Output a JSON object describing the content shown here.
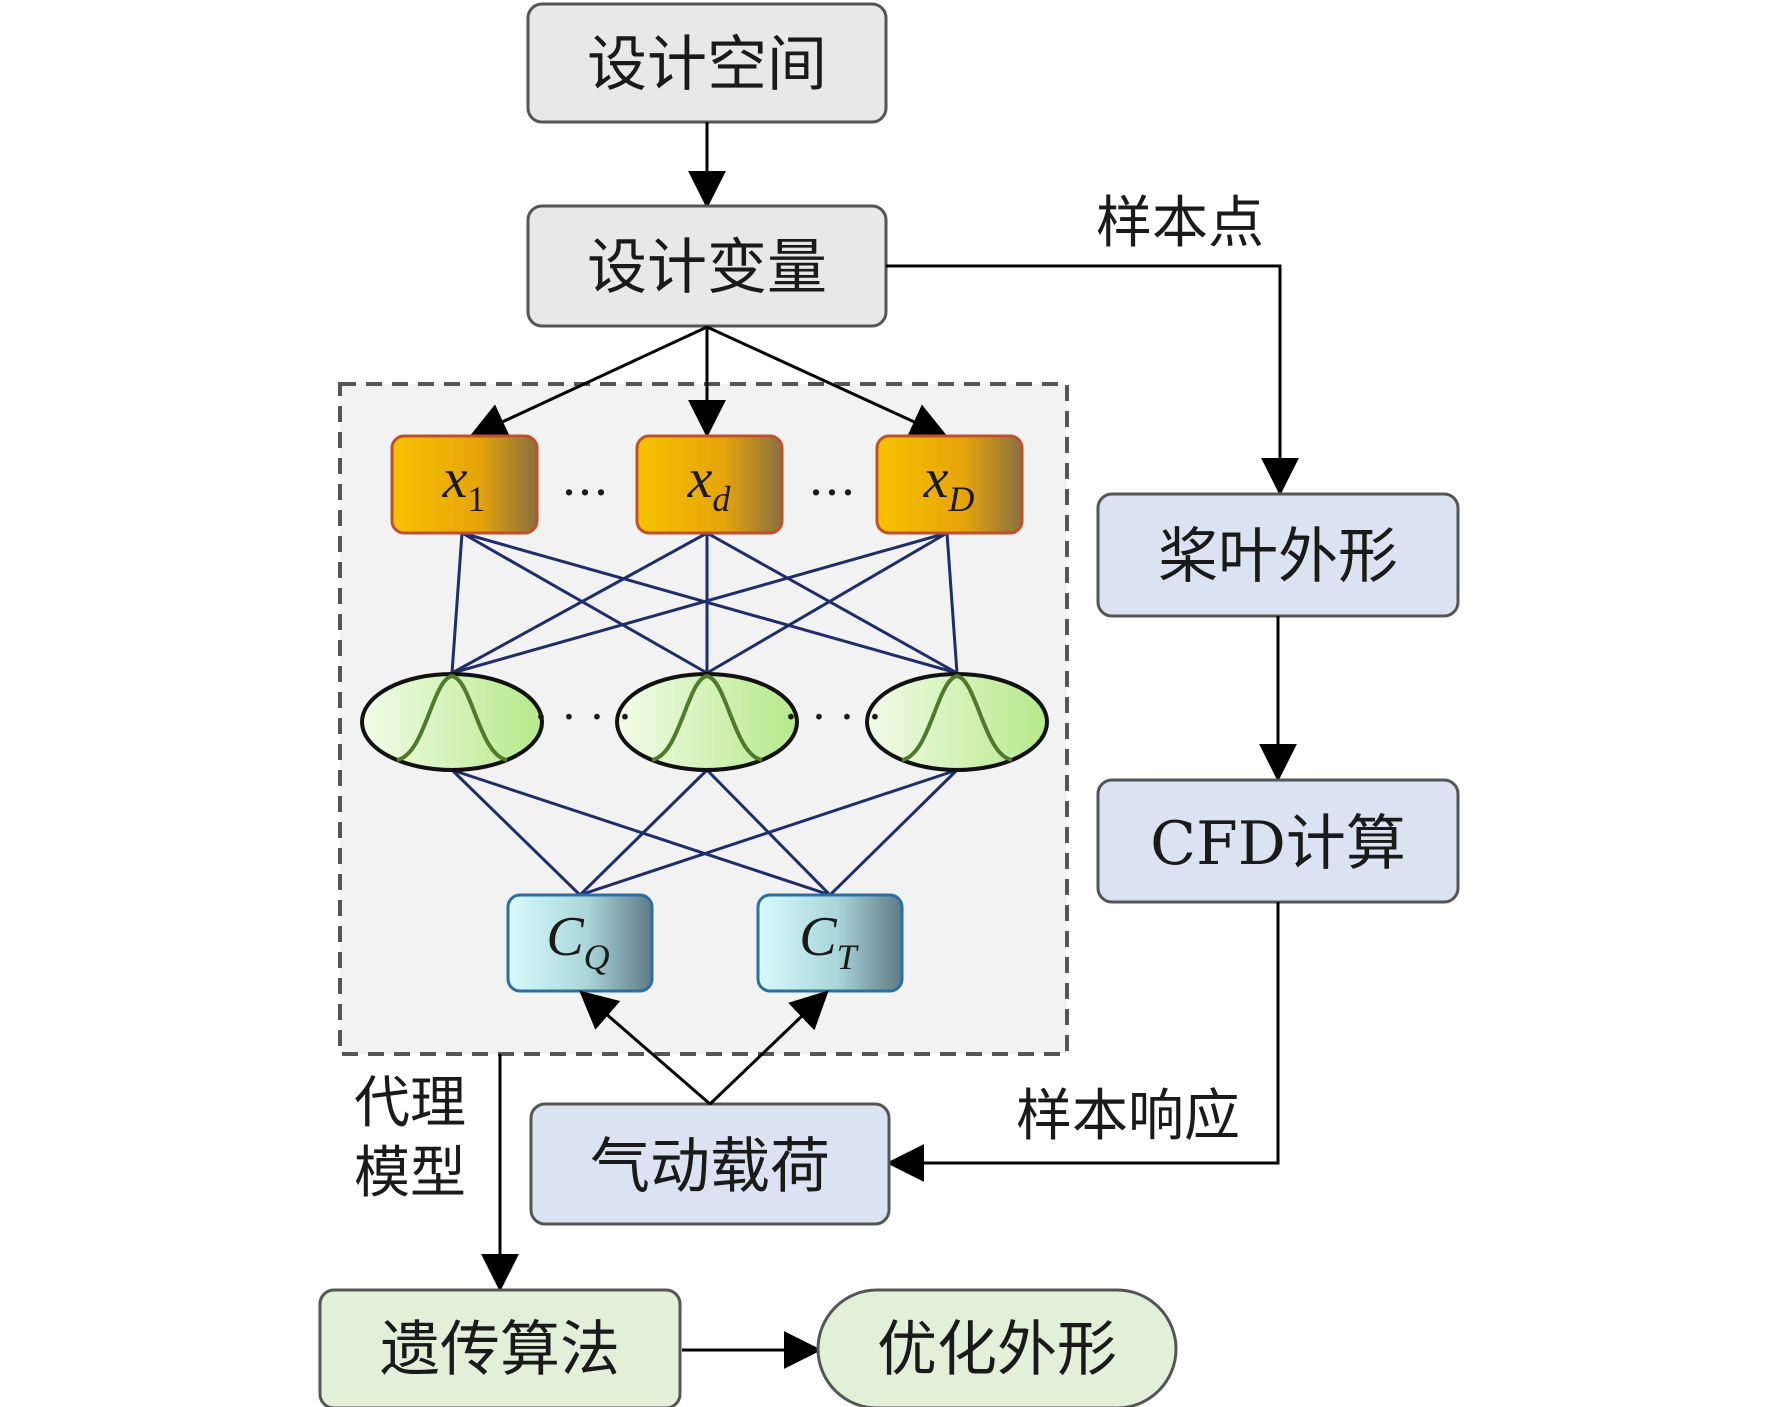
{
  "design_space": "设计空间",
  "design_vars": "设计变量",
  "inputs": {
    "x1": {
      "main": "x",
      "sub": "1"
    },
    "xd": {
      "main": "x",
      "sub": "d"
    },
    "xD": {
      "main": "x",
      "sub": "D"
    }
  },
  "ellipsis": "…",
  "outputs": {
    "cq": {
      "main": "C",
      "sub": "Q"
    },
    "ct": {
      "main": "C",
      "sub": "T"
    }
  },
  "sample_points_label": "样本点",
  "blade_shape": "桨叶外形",
  "cfd": "CFD计算",
  "sample_response_label": "样本响应",
  "aero_load": "气动载荷",
  "surrogate_label": {
    "line1": "代理",
    "line2": "模型"
  },
  "genetic_algorithm": "遗传算法",
  "optimized_shape": "优化外形",
  "colors": {
    "gray_box": "#e8e8e8",
    "blue_box": "#dbe3f3",
    "green_box": "#e3f0d9",
    "input_node": "#f2b300",
    "hidden_node": "#c8eca0",
    "output_node": "#c9f1f5",
    "connection": "#1f2e6b",
    "panel": "#f2f2f2"
  }
}
